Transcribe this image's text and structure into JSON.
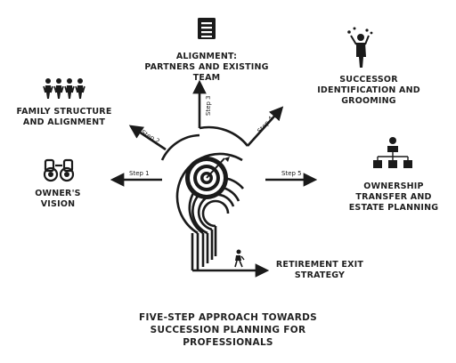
{
  "labels": {
    "owners_vision": [
      "OWNER'S",
      "VISION"
    ],
    "family_structure": [
      "FAMILY STRUCTURE",
      "AND ALIGNMENT"
    ],
    "alignment": [
      "ALIGNMENT:",
      "PARTNERS AND EXISTING",
      "TEAM"
    ],
    "successor": [
      "SUCCESSOR",
      "IDENTIFICATION AND",
      "GROOMING"
    ],
    "ownership": [
      "OWNERSHIP",
      "TRANSFER AND",
      "ESTATE PLANNING"
    ],
    "retirement": [
      "RETIREMENT EXIT",
      "STRATEGY"
    ]
  },
  "steps": [
    "Step 1",
    "Step 2",
    "Step 3",
    "Step 4",
    "Step 5"
  ],
  "caption": [
    "FIVE-STEP APPROACH TOWARDS",
    "SUCCESSION PLANNING FOR",
    "PROFESSIONALS"
  ],
  "icons": {
    "owners_vision": "binoculars-icon",
    "family_structure": "people-group-icon",
    "alignment": "document-list-icon",
    "successor": "person-juggling-icon",
    "ownership": "org-chart-icon",
    "retirement": "walking-person-icon",
    "center": "target-with-dart-icon"
  },
  "colors": {
    "ink": "#1a1a1a"
  }
}
